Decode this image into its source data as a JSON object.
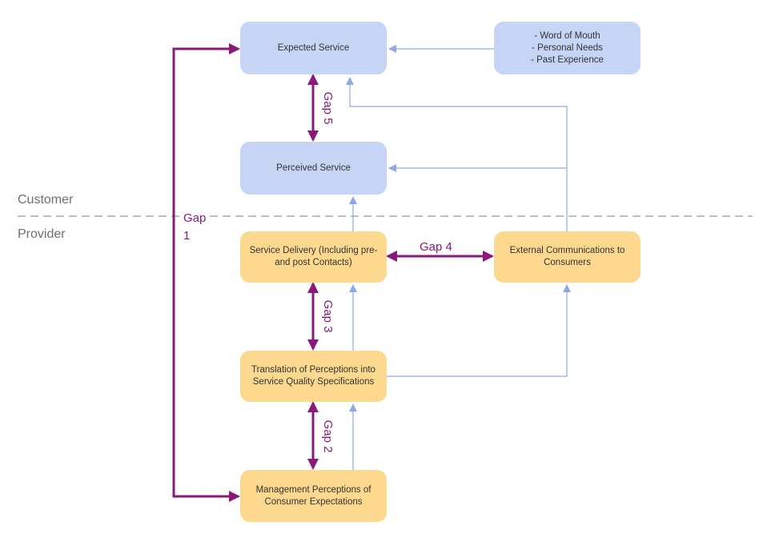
{
  "zones": {
    "customer": "Customer",
    "provider": "Provider"
  },
  "boxes": {
    "expected": "Expected Service",
    "perceived": "Perceived Service",
    "influences": "- Word of Mouth\n- Personal Needs\n- Past Experience",
    "delivery": "Service Delivery (Including pre-\nand post Contacts)",
    "external": "External Communications to\nConsumers",
    "translation": "Translation of Perceptions into\nService Quality Specifications",
    "management": "Management Perceptions of\nConsumer Expectations"
  },
  "gaps": {
    "gap1": "Gap\n1",
    "gap2": "Gap 2",
    "gap3": "Gap 3",
    "gap4": "Gap 4",
    "gap5": "Gap 5"
  },
  "colors": {
    "customer_box": "#c6d4f5",
    "provider_box": "#fdd98f",
    "gap_arrow": "#8a1a79",
    "flow_arrow": "#8eaae6",
    "divider": "#999999"
  }
}
